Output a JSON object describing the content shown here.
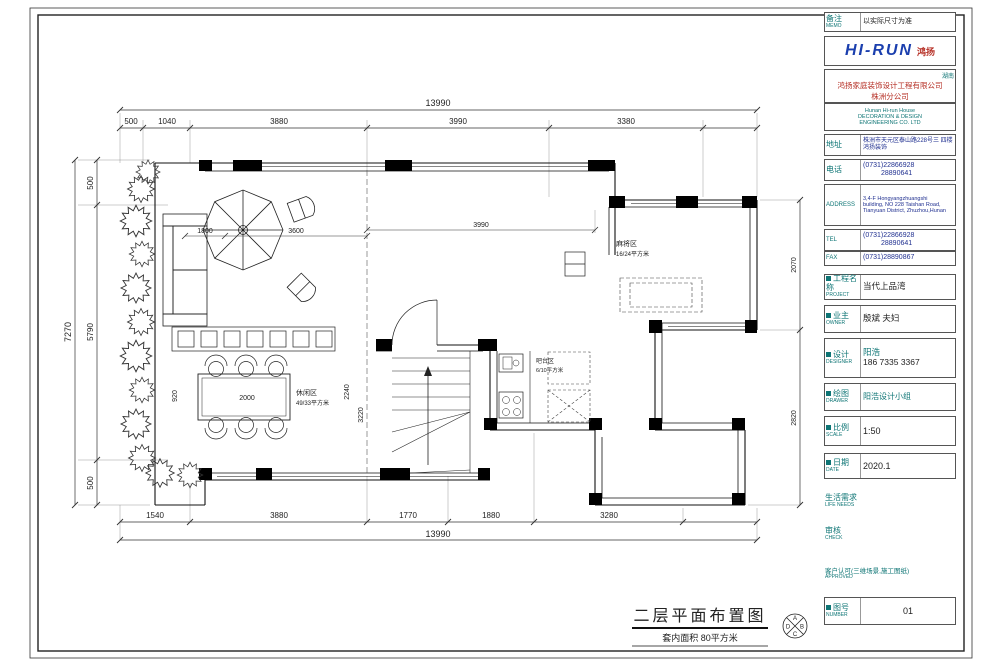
{
  "colors": {
    "teal": "#0e7575",
    "red": "#b63026",
    "blue": "#203090",
    "wall": "#111111"
  },
  "dims": {
    "top_total": "13990",
    "top_segments": [
      "500",
      "1040",
      "3880",
      "3990",
      "3380"
    ],
    "bottom_segments": [
      "1540",
      "3880",
      "1770",
      "1880",
      "3280"
    ],
    "bottom_total": "13990",
    "left_total": "7270",
    "left_segments": [
      "500",
      "5790",
      "500"
    ],
    "right_segments": [
      "2070",
      "2820"
    ],
    "interior": [
      "1800",
      "3600",
      "3990",
      "920",
      "2000",
      "2240",
      "3220"
    ]
  },
  "rooms": [
    {
      "name": "麻将区",
      "area": "16/24平方米"
    },
    {
      "name": "吧台区",
      "area": "6/10平方米"
    },
    {
      "name": "休闲区",
      "area": "49/33平方米"
    }
  ],
  "footer": {
    "plan_title": "二层平面布置图",
    "plan_subtitle": "套内面积 80平方米",
    "compass": [
      "A",
      "B",
      "C",
      "D"
    ]
  },
  "tb": {
    "memo": {
      "label": "备注",
      "en": "MEMO",
      "value": "以实际尺寸为准"
    },
    "logo": {
      "text": "HI-RUN",
      "sub": "鸿扬"
    },
    "company": {
      "region": "湖南",
      "name": "鸿扬家庭装饰设计工程有限公司",
      "branch": "株洲分公司",
      "en1": "Hunan  Hi-run  House",
      "en2": "DECORATION & DESIGN",
      "en3": "ENGINEERING CO. LTD"
    },
    "addr": {
      "label": "地址",
      "line1": "株洲市天元区泰山路228号三 四楼",
      "line2": "鸿扬装饰"
    },
    "phone": {
      "label": "电话",
      "line1": "(0731)22866928",
      "line2": "28890641"
    },
    "address_en": {
      "label": "ADDRESS",
      "line1": "3,4-F Hongyangzhuangshi",
      "line2": "building, NO 228 Taishan Road,",
      "line3": "Tianyuan District, Zhuzhou,Hunan"
    },
    "tel": {
      "label": "TEL",
      "line1": "(0731)22866928",
      "line2": "28890641"
    },
    "fax": {
      "label": "FAX",
      "value": "(0731)28890867"
    },
    "project": {
      "label": "工程名称",
      "en": "PROJECT",
      "value": "当代上品湾"
    },
    "owner": {
      "label": "业主",
      "en": "OWNER",
      "value": "殷斌  夫妇"
    },
    "designer": {
      "label": "设计",
      "en": "DESIGNER",
      "value": "阳浩",
      "phone": "186 7335 3367"
    },
    "drawer": {
      "label": "绘图",
      "en": "DRAWER",
      "value": "阳浩设计小组"
    },
    "scale": {
      "label": "比例",
      "en": "SCALE",
      "value": "1:50"
    },
    "date": {
      "label": "日期",
      "en": "DATE",
      "value": "2020.1"
    },
    "life": {
      "label": "生活需求",
      "en": "LIFE NEEDS"
    },
    "check": {
      "label": "审核",
      "en": "CHECK"
    },
    "approved": {
      "label": "客户认可(三维场景,施工图纸)",
      "en": "APPROVED"
    },
    "number": {
      "label": "图号",
      "en": "NUMBER",
      "value": "01"
    }
  }
}
